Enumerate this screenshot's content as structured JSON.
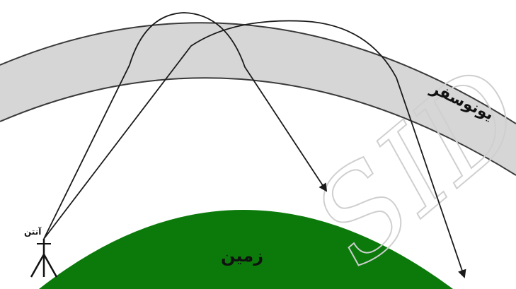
{
  "labels": {
    "earth": "زمین",
    "ionosphere": "یونوسفر",
    "antenna": "آنتن",
    "watermark": "SID"
  },
  "colors": {
    "earth_fill": "#0b7a0b",
    "ionosphere_fill": "#d6d6d6",
    "ionosphere_stroke": "#3a3a3a",
    "ray_stroke": "#1a1a1a",
    "watermark_stroke": "#cfcfcf"
  },
  "rays": [
    {
      "from": "antenna",
      "reflects_in": "ionosphere",
      "lands": "earth-near"
    },
    {
      "from": "antenna",
      "reflects_in": "ionosphere",
      "lands": "earth-far"
    }
  ]
}
